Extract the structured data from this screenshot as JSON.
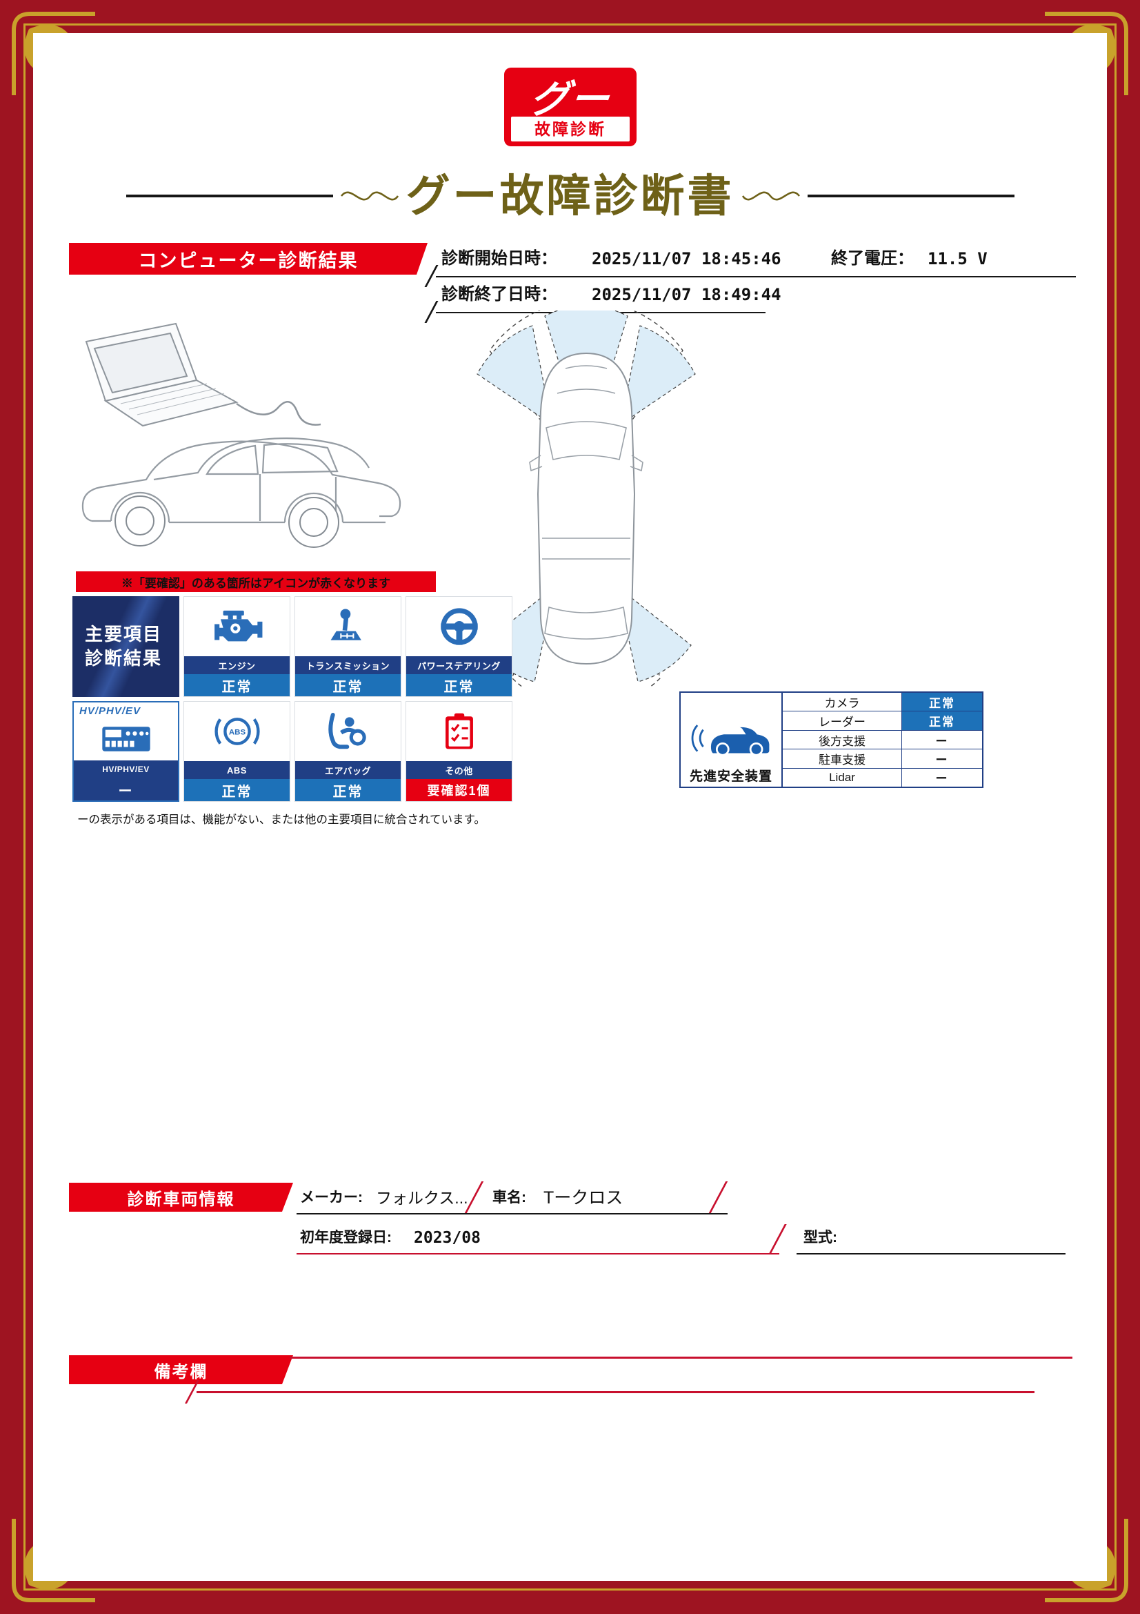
{
  "colors": {
    "brand_red": "#e60012",
    "frame_red": "#9e1421",
    "gold": "#c9a22b",
    "title_bronze": "#6e6118",
    "navy": "#203f85",
    "status_blue": "#1d71b8",
    "icon_blue": "#2a6db8",
    "line_red": "#c8102e"
  },
  "logo": {
    "top": "グー",
    "bottom": "故障診断"
  },
  "title": "グー故障診断書",
  "computer_diagnosis": {
    "banner": "コンピューター診断結果",
    "start_label": "診断開始日時：",
    "start_value": "2025/11/07 18:45:46",
    "voltage_label": "終了電圧：",
    "voltage_value": "11.5 V",
    "end_label": "診断終了日時：",
    "end_value": "2025/11/07 18:49:44"
  },
  "alert_note": "※「要確認」のある箇所はアイコンが赤くなります",
  "main_grid": {
    "header": "主要項目\n診断結果",
    "items": [
      {
        "label": "エンジン",
        "status": "正常"
      },
      {
        "label": "トランスミッション",
        "status": "正常"
      },
      {
        "label": "パワーステアリング",
        "status": "正常"
      },
      {
        "top_label": "HV/PHV/EV",
        "label": "HV/PHV/EV",
        "status": "ー"
      },
      {
        "label": "ABS",
        "status": "正常"
      },
      {
        "label": "エアバッグ",
        "status": "正常"
      },
      {
        "label": "その他",
        "status": "要確認1個"
      }
    ],
    "note": "ーの表示がある項目は、機能がない、または他の主要項目に統合されています。"
  },
  "safety": {
    "label": "先進安全装置",
    "rows": [
      {
        "name": "カメラ",
        "status": "正常"
      },
      {
        "name": "レーダー",
        "status": "正常"
      },
      {
        "name": "後方支援",
        "status": "ー"
      },
      {
        "name": "駐車支援",
        "status": "ー"
      },
      {
        "name": "Lidar",
        "status": "ー"
      }
    ]
  },
  "vehicle_info": {
    "banner": "診断車両情報",
    "maker_label": "メーカー:",
    "maker_value": "フォルクス...",
    "car_name_label": "車名:",
    "car_name_value": "Tークロス",
    "first_reg_label": "初年度登録日:",
    "first_reg_value": "2023/08",
    "model_label": "型式:"
  },
  "remarks": {
    "banner": "備考欄"
  }
}
